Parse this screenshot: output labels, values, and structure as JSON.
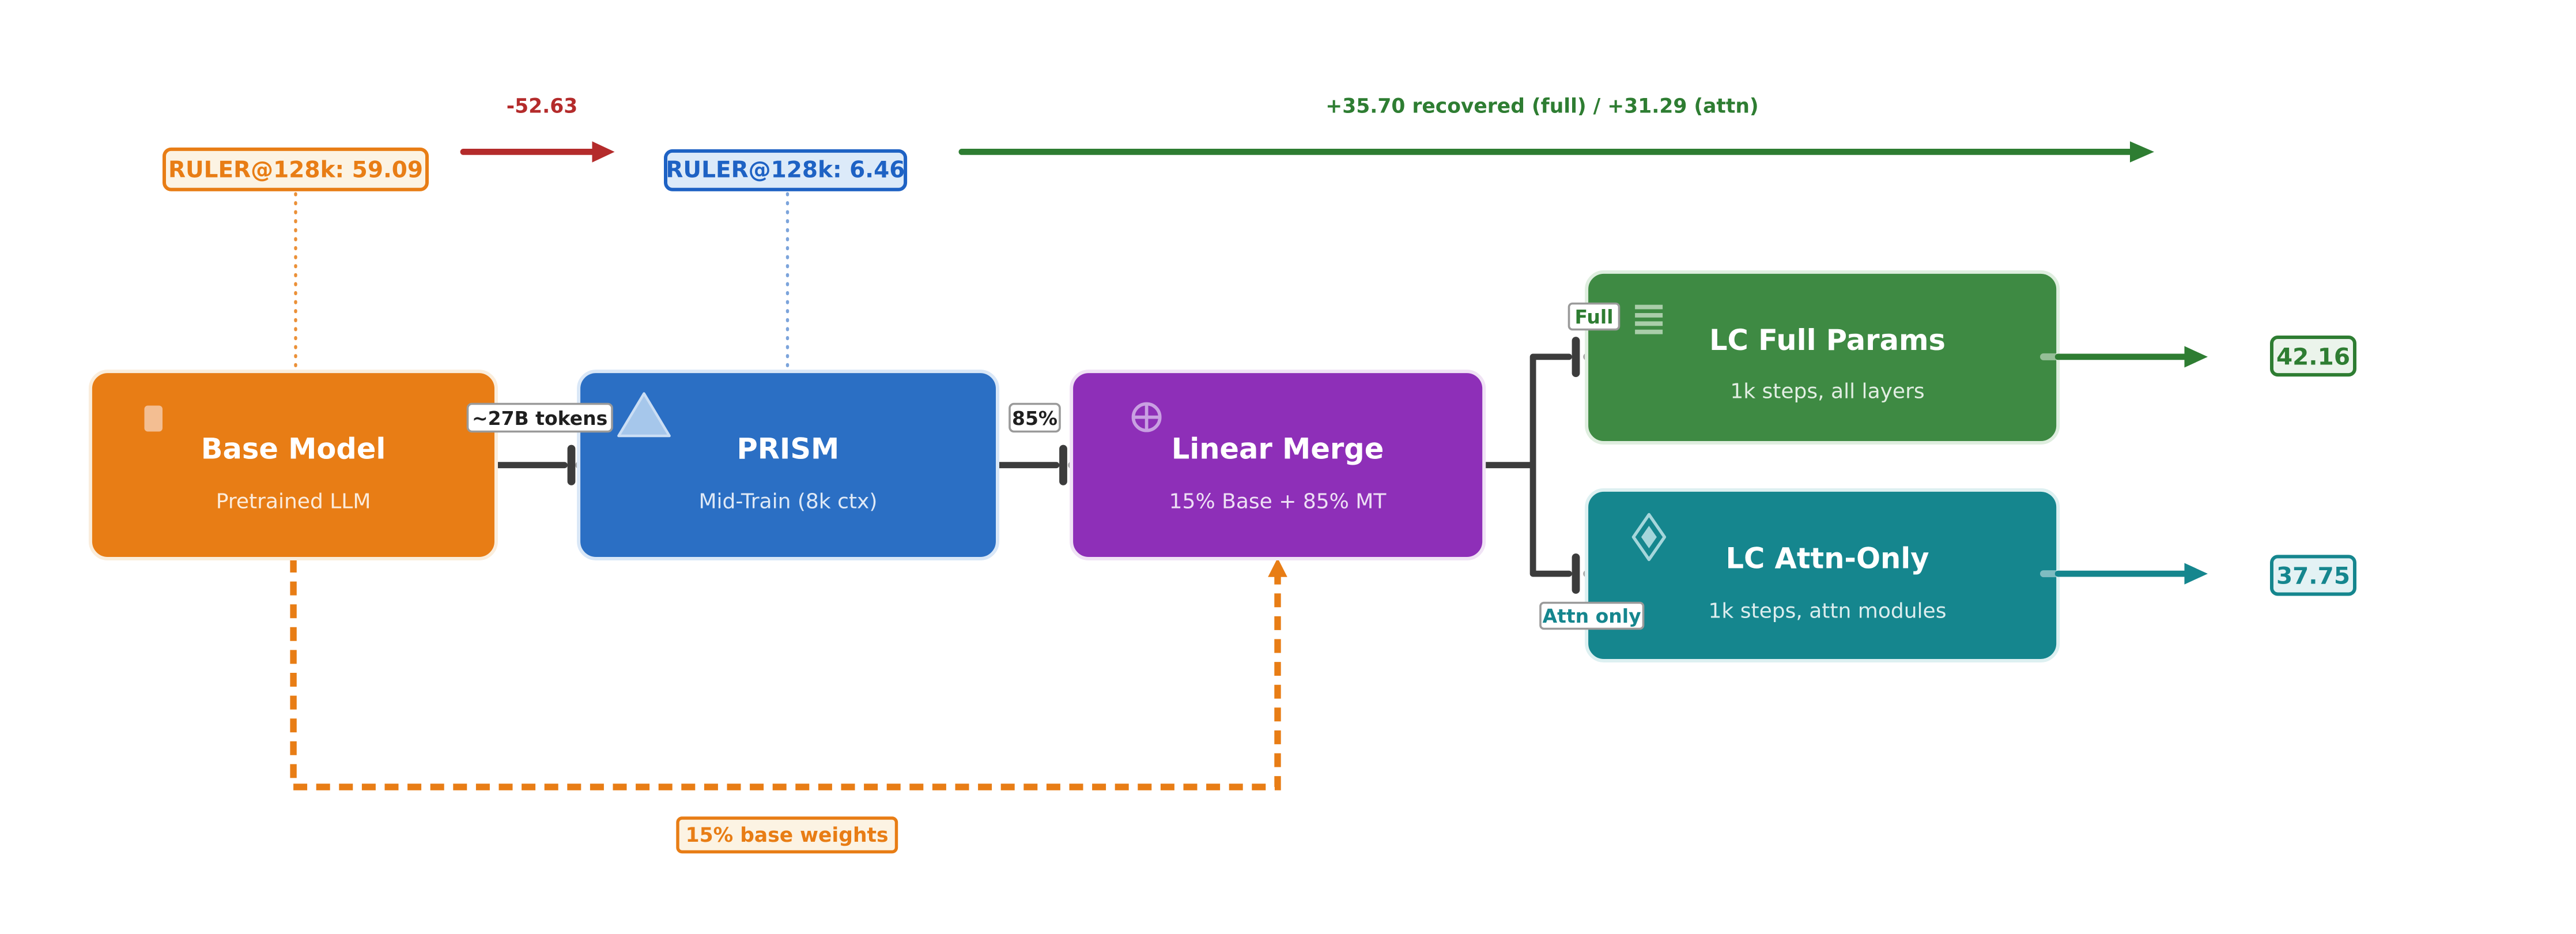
{
  "nodes": {
    "base": {
      "title": "Base Model",
      "subtitle": "Pretrained LLM",
      "color": "#E87D15",
      "icon": "square-icon"
    },
    "prism": {
      "title": "PRISM",
      "subtitle": "Mid-Train (8k ctx)",
      "color": "#2B6FC4",
      "icon": "triangle-icon"
    },
    "merge": {
      "title": "Linear Merge",
      "subtitle": "15% Base + 85% MT",
      "color": "#8E2FB8",
      "icon": "circle-plus-icon"
    },
    "lc_full": {
      "title": "LC Full Params",
      "subtitle": "1k steps, all layers",
      "color": "#3E8A43",
      "icon": "layers-icon"
    },
    "lc_attn": {
      "title": "LC Attn-Only",
      "subtitle": "1k steps, attn modules",
      "color": "#15868E",
      "icon": "diamond-icon"
    }
  },
  "annotations": {
    "base_ruler": "RULER@128k: 59.09",
    "prism_ruler": "RULER@128k: 6.46",
    "drop": "-52.63",
    "recovery": "+35.70 recovered (full) / +31.29 (attn)",
    "full_score": "42.16",
    "attn_score": "37.75"
  },
  "edge_labels": {
    "tokens": "~27B tokens",
    "merge_ratio": "85%",
    "full_branch": "Full",
    "attn_branch": "Attn only",
    "base_weights": "15% base weights"
  },
  "colors": {
    "orange": "#E87D15",
    "orange_label_bg": "#FCF3E3",
    "blue": "#2B6FC4",
    "blue_label": "#1E62C4",
    "blue_label_bg": "#DCEAF9",
    "purple": "#8E2FB8",
    "green_box": "#3E8A43",
    "teal": "#15868E",
    "red_arrow": "#B42B2B",
    "green_arrow": "#2E7D32",
    "green_score_bg": "#EBF4EB",
    "teal_score_bg": "#E3F2F4",
    "connector": "#3C3C3C"
  }
}
